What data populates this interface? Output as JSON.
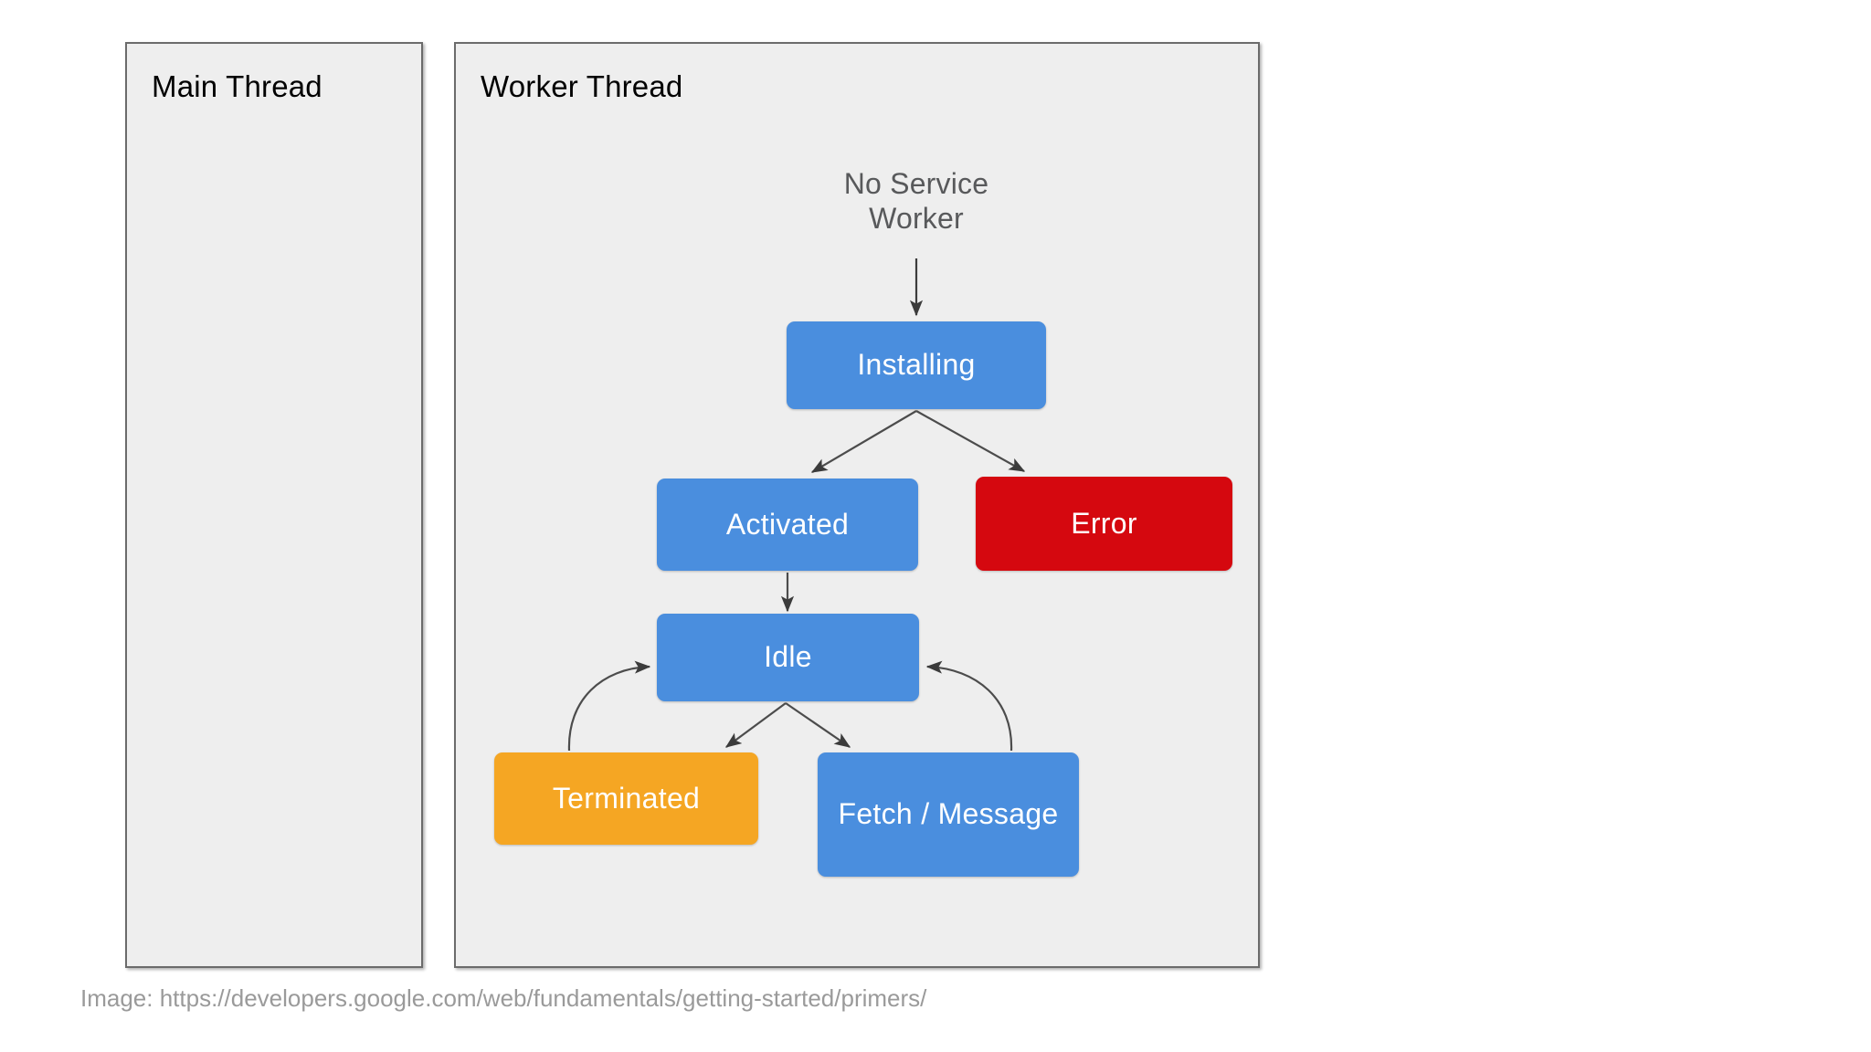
{
  "panels": {
    "main_thread": {
      "title": "Main Thread"
    },
    "worker_thread": {
      "title": "Worker Thread"
    }
  },
  "diagram": {
    "entry_label": "No Service Worker",
    "nodes": [
      {
        "id": "installing",
        "label": "Installing",
        "color": "#4a8ede"
      },
      {
        "id": "activated",
        "label": "Activated",
        "color": "#4a8ede"
      },
      {
        "id": "error",
        "label": "Error",
        "color": "#d5080f"
      },
      {
        "id": "idle",
        "label": "Idle",
        "color": "#4a8ede"
      },
      {
        "id": "terminated",
        "label": "Terminated",
        "color": "#f5a623"
      },
      {
        "id": "fetch_message",
        "label": "Fetch / Message",
        "color": "#4a8ede"
      }
    ],
    "edges": [
      {
        "from": "no-service-worker",
        "to": "installing",
        "style": "straight"
      },
      {
        "from": "installing",
        "to": "activated",
        "style": "straight"
      },
      {
        "from": "installing",
        "to": "error",
        "style": "straight"
      },
      {
        "from": "activated",
        "to": "idle",
        "style": "straight"
      },
      {
        "from": "idle",
        "to": "terminated",
        "style": "straight"
      },
      {
        "from": "idle",
        "to": "fetch_message",
        "style": "straight"
      },
      {
        "from": "terminated",
        "to": "idle",
        "style": "curved"
      },
      {
        "from": "fetch_message",
        "to": "idle",
        "style": "curved"
      }
    ]
  },
  "caption": {
    "text": "Image: https://developers.google.com/web/fundamentals/getting-started/primers/"
  }
}
